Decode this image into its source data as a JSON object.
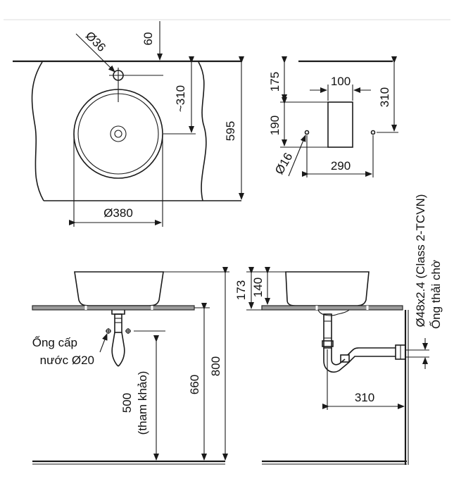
{
  "top_view": {
    "dim_top": "60",
    "dim_faucet_hole": "Ø36",
    "dim_drain_offset": "~310",
    "dim_total_height": "595",
    "dim_bowl_diameter": "Ø380"
  },
  "side_top_view": {
    "dim_upper": "175",
    "dim_width_box": "100",
    "dim_right_height": "310",
    "dim_lower": "190",
    "dim_hole": "Ø16",
    "dim_bottom_width": "290"
  },
  "front_view": {
    "supply_label_line1": "Ống cấp",
    "supply_label_line2": "nước Ø20",
    "dim_reference": "500",
    "dim_reference_note": "(tham khảo)",
    "dim_660": "660",
    "dim_800": "800"
  },
  "section_view": {
    "dim_173": "173",
    "dim_140": "140",
    "pipe_spec_line1": "Ø48x2.4 (Class 2-TCVN)",
    "pipe_spec_line2": "Ống thải chờ",
    "dim_310": "310"
  }
}
